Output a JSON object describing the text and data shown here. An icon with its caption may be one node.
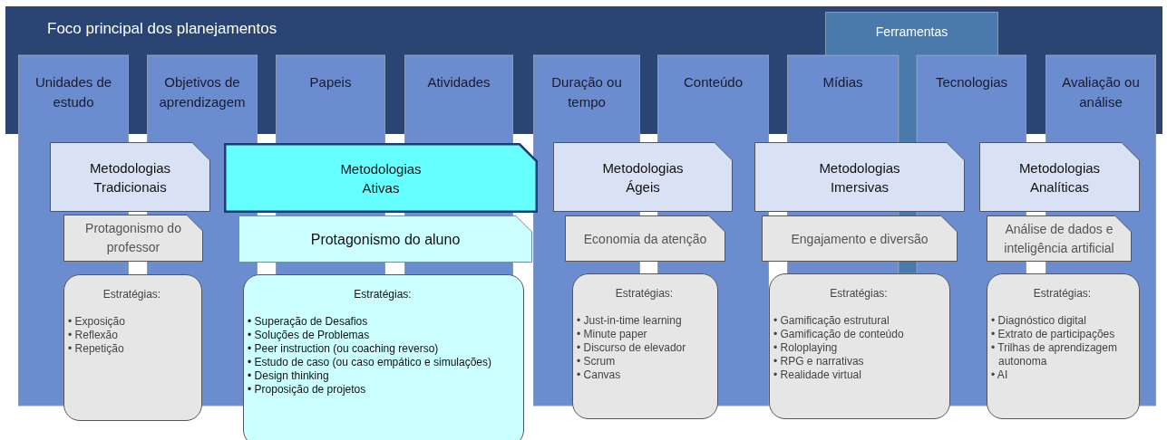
{
  "diagram": {
    "nodes": [
      {
        "text": [
          "Foco principal dos planejamentos"
        ]
      },
      {
        "text": [
          "Ferramentas"
        ]
      },
      {
        "text": [
          "Unidades de estudo"
        ]
      },
      {
        "text": [
          "Objetivos de aprendizagem"
        ]
      },
      {
        "text": [
          "Papeis"
        ]
      },
      {
        "text": [
          "Atividades"
        ]
      },
      {
        "text": [
          "Duração ou tempo"
        ]
      },
      {
        "text": [
          "Conteúdo"
        ]
      },
      {
        "text": [
          "Mídias"
        ]
      },
      {
        "text": [
          "Tecnologias"
        ]
      },
      {
        "text": [
          "Avaliação ou análise"
        ]
      },
      {
        "text": [
          "Metodologias Tradicionais"
        ]
      },
      {
        "text": [
          "Metodologias Ativas"
        ]
      },
      {
        "text": [
          "Metodologias Ágeis"
        ]
      },
      {
        "text": [
          "Metodologias Imersivas"
        ]
      },
      {
        "text": [
          "Metodologias Analíticas"
        ]
      },
      {
        "text": [
          "Protagonismo do professor"
        ]
      },
      {
        "text": [
          "Protagonismo do aluno"
        ]
      },
      {
        "text": [
          "Economia da atenção"
        ]
      },
      {
        "text": [
          "Engajamento e diversão"
        ]
      },
      {
        "text": [
          "Análise de dados e inteligência artificial"
        ]
      },
      {
        "text": [
          "Estratégias:",
          "• Exposição",
          "• Reflexão",
          "• Repetição"
        ]
      },
      {
        "text": [
          "Estratégias:",
          "• Superação de Desafios",
          "• Soluções de Problemas",
          "• Peer instruction (ou coaching reverso)",
          "• Estudo de caso (ou caso empático e simulações)",
          "• Design thinking",
          "• Proposição de projetos"
        ]
      },
      {
        "text": [
          "Estratégias:",
          "• Just-in-time learning",
          "• Minute paper",
          "• Discurso de elevador",
          "• Scrum",
          "• Canvas"
        ]
      },
      {
        "text": [
          "Estratégias:",
          "• Gamificação estrutural",
          "• Gamificação de conteúdo",
          "• Roloplaying",
          "• RPG e narrativas",
          "• Realidade virtual"
        ]
      },
      {
        "text": [
          "Estratégias:",
          "• Diagnóstico digital",
          "• Extrato de participações",
          "• Trilhas de aprendizagem autonoma",
          "• AI"
        ]
      }
    ]
  }
}
